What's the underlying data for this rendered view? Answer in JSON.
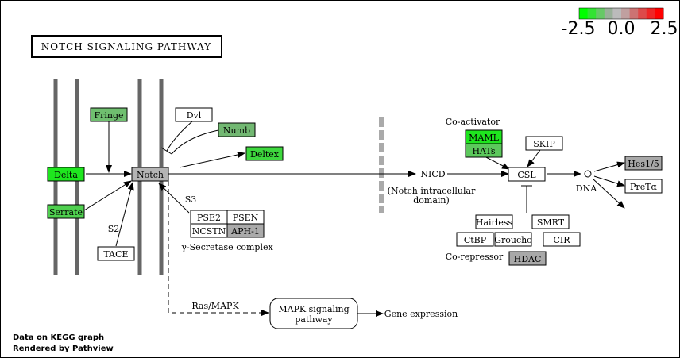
{
  "title": "NOTCH SIGNALING PATHWAY",
  "legend": {
    "min_label": "-2.5",
    "mid_label": "0.0",
    "max_label": "2.5",
    "colors": [
      "#00ff00",
      "#33e333",
      "#66c966",
      "#99b099",
      "#bbbbbb",
      "#c0a0a0",
      "#cc7373",
      "#dd4a4a",
      "#ee2525",
      "#ff0000"
    ]
  },
  "genes": {
    "fringe": {
      "label": "Fringe",
      "color": "#6fbf6f"
    },
    "delta": {
      "label": "Delta",
      "color": "#1ee61e"
    },
    "serrate": {
      "label": "Serrate",
      "color": "#4fd04f"
    },
    "notch": {
      "label": "Notch",
      "color": "#b4b4b4"
    },
    "dvl": {
      "label": "Dvl",
      "color": "#ffffff"
    },
    "numb": {
      "label": "Numb",
      "color": "#72b872"
    },
    "deltex": {
      "label": "Deltex",
      "color": "#3ed83e"
    },
    "tace": {
      "label": "TACE",
      "color": "#ffffff"
    },
    "pse2": {
      "label": "PSE2",
      "color": "#ffffff"
    },
    "psen": {
      "label": "PSEN",
      "color": "#ffffff"
    },
    "ncstn": {
      "label": "NCSTN",
      "color": "#ffffff"
    },
    "aph1": {
      "label": "APH-1",
      "color": "#aaaaaa"
    },
    "maml": {
      "label": "MAML",
      "color": "#1ee61e"
    },
    "hats": {
      "label": "HATs",
      "color": "#5cc85c"
    },
    "skip": {
      "label": "SKIP",
      "color": "#ffffff"
    },
    "csl": {
      "label": "CSL",
      "color": "#ffffff"
    },
    "hes15": {
      "label": "Hes1/5",
      "color": "#a8a8a8"
    },
    "pretalpha": {
      "label": "PreTα",
      "color": "#ffffff"
    },
    "hairless": {
      "label": "Hairless",
      "color": "#ffffff"
    },
    "smrt": {
      "label": "SMRT",
      "color": "#ffffff"
    },
    "ctbp": {
      "label": "CtBP",
      "color": "#ffffff"
    },
    "groucho": {
      "label": "Groucho",
      "color": "#ffffff"
    },
    "cir": {
      "label": "CIR",
      "color": "#ffffff"
    },
    "hdac": {
      "label": "HDAC",
      "color": "#a8a8a8"
    }
  },
  "labels": {
    "s2": "S2",
    "s3": "S3",
    "gamma_secretase": "γ-Secretase complex",
    "nicd": "NICD",
    "nicd_desc_1": "(Notch intracellular",
    "nicd_desc_2": "domain)",
    "coactivator": "Co-activator",
    "corepressor": "Co-repressor",
    "dna": "DNA",
    "ras_mapk": "Ras/MAPK",
    "mapk_pathway_1": "MAPK signaling",
    "mapk_pathway_2": "pathway",
    "gene_expression": "Gene expression"
  },
  "footer": {
    "line1": "Data on KEGG graph",
    "line2": "Rendered by Pathview"
  }
}
